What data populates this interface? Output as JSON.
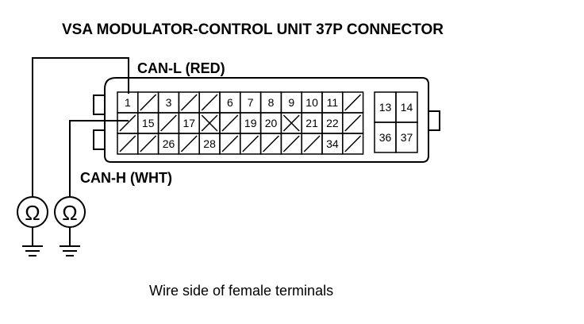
{
  "title": "VSA MODULATOR-CONTROL UNIT 37P CONNECTOR",
  "can_l_label": "CAN-L (RED)",
  "can_h_label": "CAN-H (WHT)",
  "caption": "Wire side of female terminals",
  "ohm_symbol": "Ω",
  "connector": {
    "row1": [
      "1",
      "",
      "3",
      "",
      "",
      "6",
      "7",
      "8",
      "9",
      "10",
      "11",
      ""
    ],
    "row2": [
      "",
      "15",
      "",
      "17",
      "x",
      "",
      "19",
      "20",
      "x",
      "21",
      "22",
      ""
    ],
    "row3": [
      "",
      "",
      "26",
      "",
      "28",
      "",
      "",
      "",
      "",
      "",
      "34",
      ""
    ],
    "right_block": [
      [
        "13",
        "14"
      ],
      [
        "36",
        "37"
      ]
    ]
  }
}
